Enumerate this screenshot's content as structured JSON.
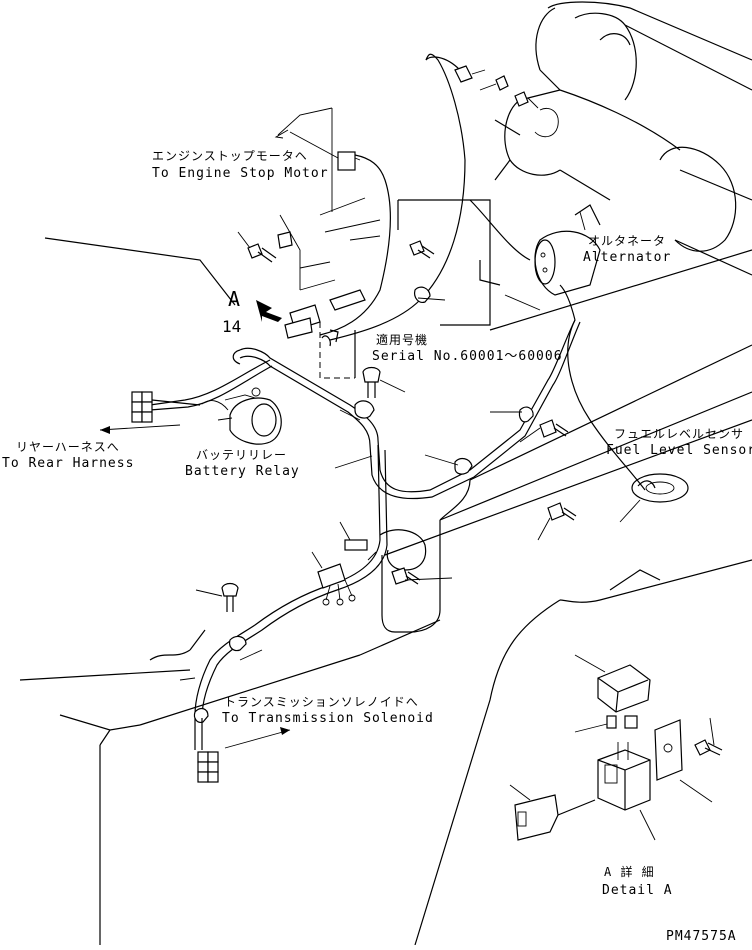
{
  "labels": {
    "engine_stop_jp": "エンジンストップモータヘ",
    "engine_stop_en": "To Engine Stop Motor",
    "alternator_jp": "オルタネータ",
    "alternator_en": "Alternator",
    "serial_jp": "適用号機",
    "serial_en": "Serial No.60001～60006",
    "fuel_jp": "フュエルレベルセンサ",
    "fuel_en": "Fuel Level Sensor",
    "rear_jp": "リヤーハーネスへ",
    "rear_en": "To Rear Harness",
    "battery_jp": "バッテリリレー",
    "battery_en": "Battery Relay",
    "trans_jp": "トランスミッションソレノイドへ",
    "trans_en": "To Transmission Solenoid",
    "detail_jp": "A 詳 細",
    "detail_en": "Detail A",
    "view_letter": "A",
    "view_number": "14",
    "drawing_no": "PM47575A"
  }
}
